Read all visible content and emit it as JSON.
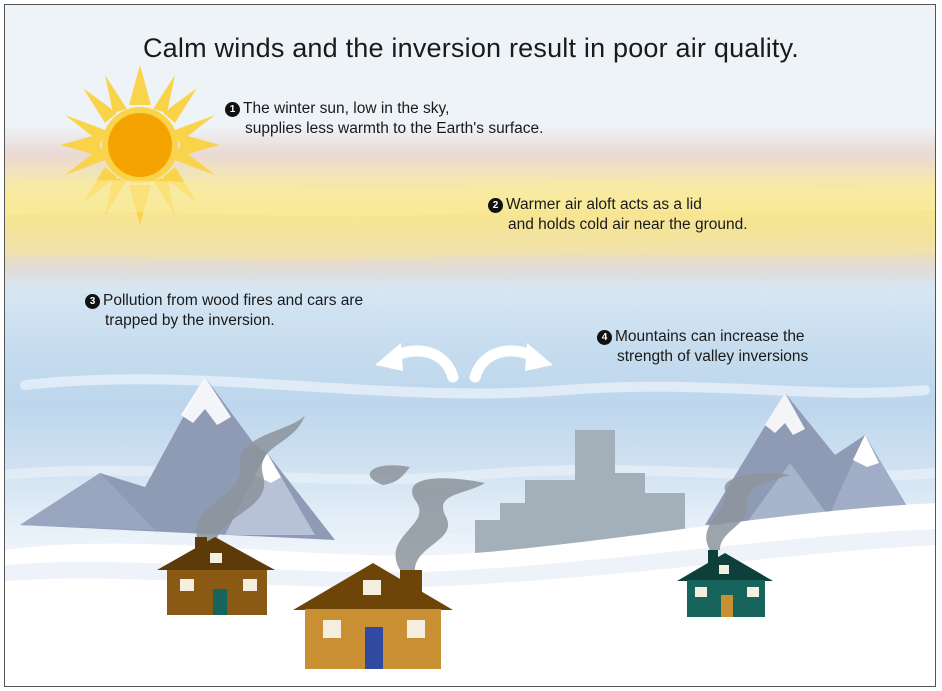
{
  "title": "Calm winds and the inversion result in poor air quality.",
  "notes": [
    {
      "number": "1",
      "line1": "The winter sun, low in the sky,",
      "line2": "supplies less warmth to the Earth's surface."
    },
    {
      "number": "2",
      "line1": "Warmer air aloft acts as a lid",
      "line2": "and holds cold air near the ground."
    },
    {
      "number": "3",
      "line1": "Pollution from wood fires and cars are",
      "line2": "trapped by the inversion."
    },
    {
      "number": "4",
      "line1": "Mountains can increase the",
      "line2": "strength of valley inversions"
    }
  ],
  "colors": {
    "sun_core": "#f5a300",
    "sun_rays": "#f9d44a",
    "warm_layer": "#f7e690",
    "sky": "#c7ddef",
    "mountain": "#8f9bb5",
    "snow": "#ffffff",
    "smoke": "#8c949c",
    "buildings": "#a3b0b9",
    "house_brown": "#8a5a14",
    "house_tan": "#c98f33",
    "house_teal": "#17645c"
  }
}
